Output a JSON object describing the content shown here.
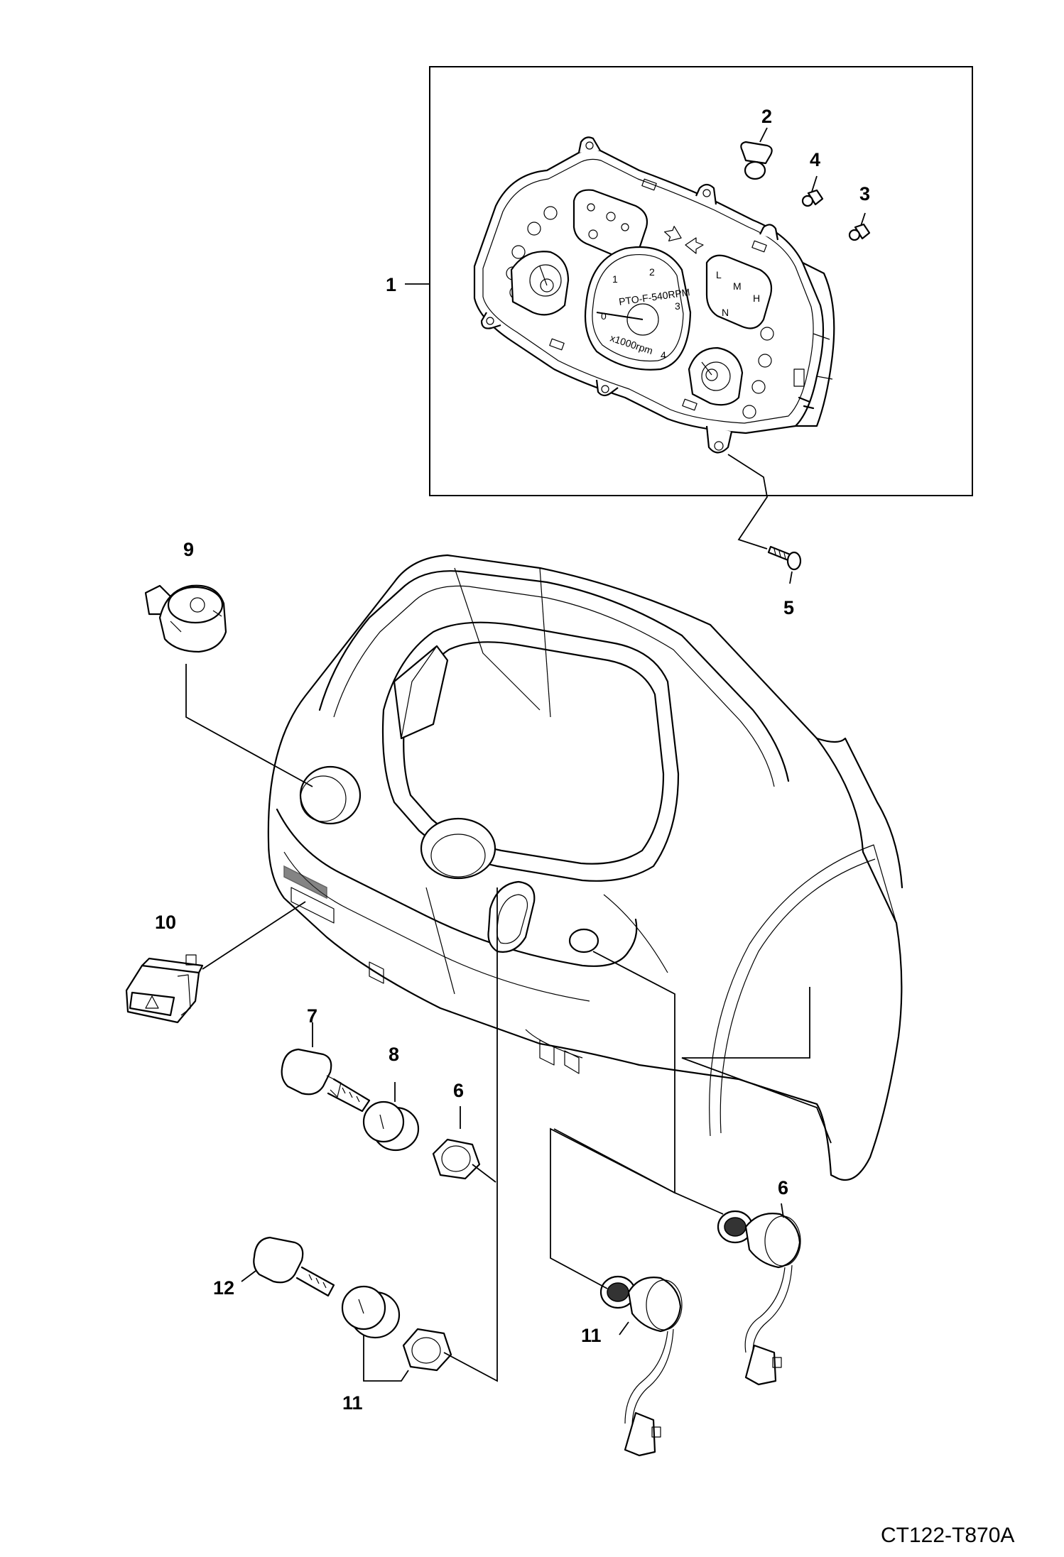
{
  "drawing": {
    "id": "CT122-T870A"
  },
  "callouts": [
    {
      "key": "c1",
      "label": "1"
    },
    {
      "key": "c2",
      "label": "2"
    },
    {
      "key": "c3",
      "label": "3"
    },
    {
      "key": "c4",
      "label": "4"
    },
    {
      "key": "c5",
      "label": "5"
    },
    {
      "key": "c6a",
      "label": "6"
    },
    {
      "key": "c6b",
      "label": "6"
    },
    {
      "key": "c7",
      "label": "7"
    },
    {
      "key": "c8",
      "label": "8"
    },
    {
      "key": "c9",
      "label": "9"
    },
    {
      "key": "c10",
      "label": "10"
    },
    {
      "key": "c11a",
      "label": "11"
    },
    {
      "key": "c11b",
      "label": "11"
    },
    {
      "key": "c12",
      "label": "12"
    }
  ],
  "cluster": {
    "tach_numbers": [
      "0",
      "1",
      "2",
      "3",
      "4"
    ],
    "tach_scale": "x1000rpm",
    "pto_label": "PTO-F-540RPM",
    "range_letters": [
      "L",
      "M",
      "H",
      "N"
    ]
  }
}
